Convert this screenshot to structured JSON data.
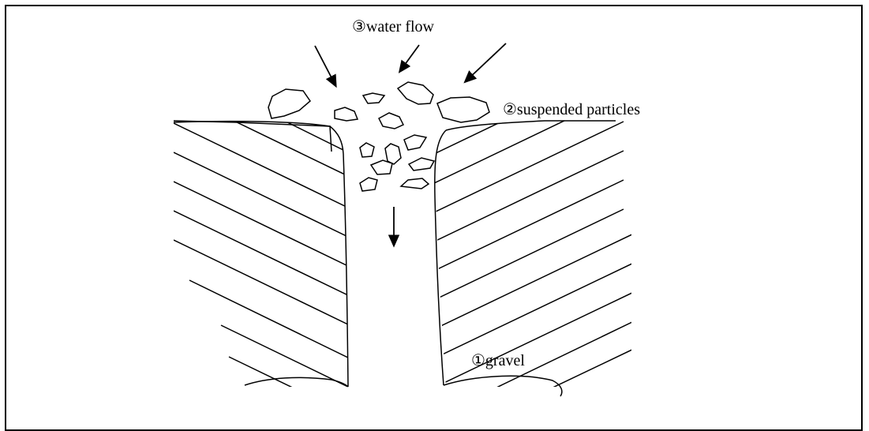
{
  "labels": {
    "water_flow": "③water flow",
    "suspended_particles": "②suspended particles",
    "gravel": "①gravel"
  },
  "colors": {
    "ink": "#000000",
    "background": "#ffffff"
  }
}
